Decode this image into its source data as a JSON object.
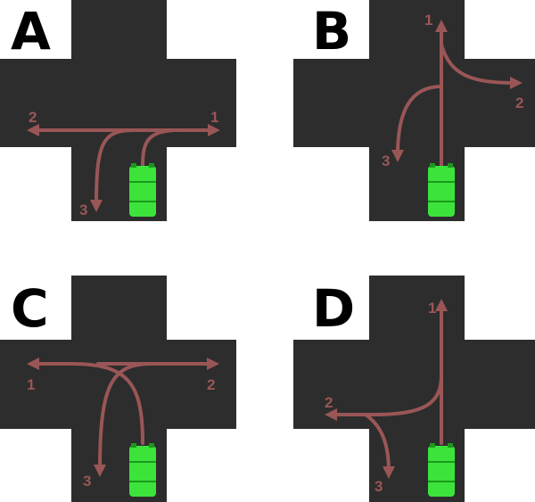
{
  "colors": {
    "road": "#2d2d2d",
    "arrow": "#9a5656",
    "car": "#3be33b",
    "car_dark": "#1a9a1a",
    "background": "#ffffff"
  },
  "panels": [
    {
      "letter": "A",
      "labels": [
        "1",
        "2",
        "3"
      ]
    },
    {
      "letter": "B",
      "labels": [
        "1",
        "2",
        "3"
      ]
    },
    {
      "letter": "C",
      "labels": [
        "1",
        "2",
        "3"
      ]
    },
    {
      "letter": "D",
      "labels": [
        "1",
        "2",
        "3"
      ]
    }
  ]
}
